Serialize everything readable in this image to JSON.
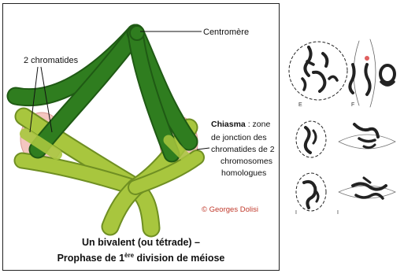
{
  "left_panel": {
    "labels": {
      "centromere": "Centromère",
      "two_chromatids": "2 chromatides",
      "chiasma_title": "Chiasma",
      "chiasma_rest": " : zone",
      "chiasma_lines": [
        "de jonction des",
        "chromatides de 2",
        "chromosomes",
        "homologues"
      ],
      "credit": "© Georges Dolisi"
    },
    "caption": {
      "line1": "Un bivalent (ou tétrade) –",
      "line2_a": "Prophase de 1",
      "line2_sup": "ère",
      "line2_b": " division de méiose"
    }
  },
  "right_panel": {
    "panel_letters": [
      "E",
      "F",
      "I",
      "I"
    ]
  },
  "colors": {
    "dark_green": "#2f7d1f",
    "dark_green_edge": "#1f5a14",
    "light_green": "#a8c63e",
    "light_green_edge": "#6f8f22",
    "chiasma_fill": "#f4c6c0",
    "credit_red": "#c0392b"
  }
}
